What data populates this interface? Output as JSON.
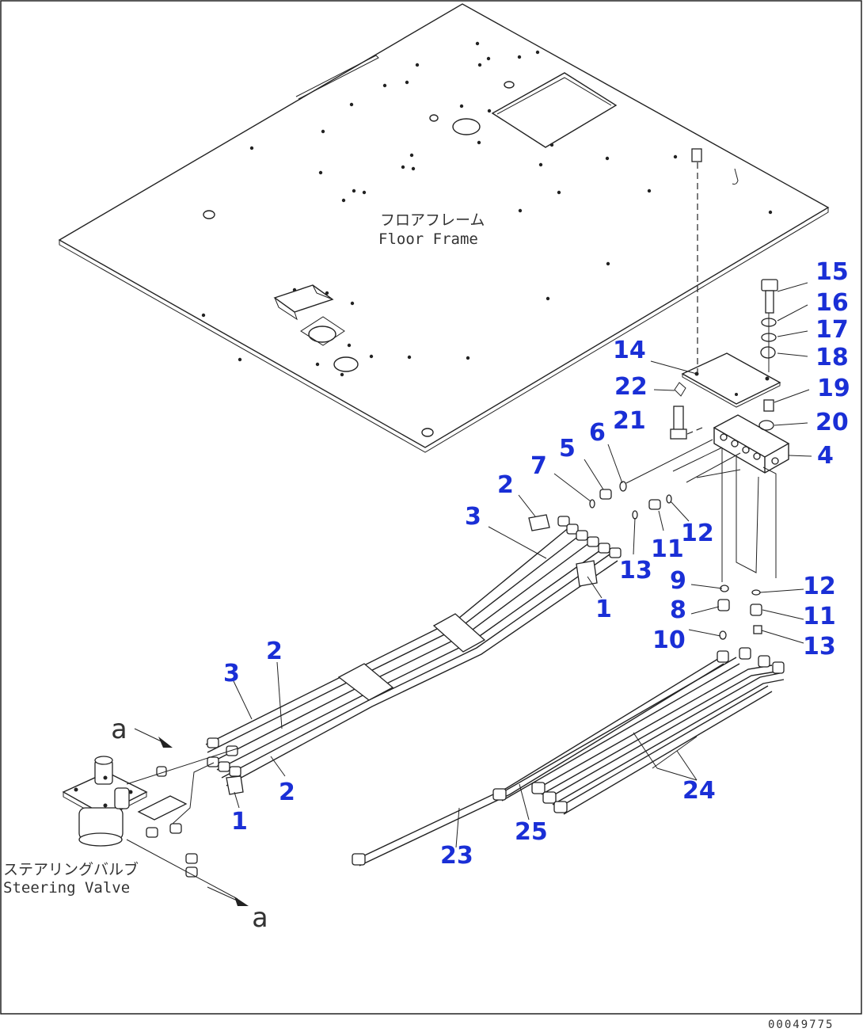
{
  "title": "",
  "labels": {
    "floor_frame_jp": "フロアフレーム",
    "floor_frame_en": "Floor Frame",
    "steering_valve_jp": "ステアリングバルブ",
    "steering_valve_en": "Steering Valve",
    "view_ref_top": "a",
    "view_ref_bottom": "a",
    "drawing_code": "00049775"
  },
  "callouts": [
    {
      "id": "c15",
      "text": "15"
    },
    {
      "id": "c16",
      "text": "16"
    },
    {
      "id": "c17",
      "text": "17"
    },
    {
      "id": "c18",
      "text": "18"
    },
    {
      "id": "c14",
      "text": "14"
    },
    {
      "id": "c22",
      "text": "22"
    },
    {
      "id": "c19",
      "text": "19"
    },
    {
      "id": "c21",
      "text": "21"
    },
    {
      "id": "c6",
      "text": "6"
    },
    {
      "id": "c20",
      "text": "20"
    },
    {
      "id": "c5",
      "text": "5"
    },
    {
      "id": "c7",
      "text": "7"
    },
    {
      "id": "c4",
      "text": "4"
    },
    {
      "id": "c2a",
      "text": "2"
    },
    {
      "id": "c3a",
      "text": "3"
    },
    {
      "id": "c11a",
      "text": "11"
    },
    {
      "id": "c12a",
      "text": "12"
    },
    {
      "id": "c13a",
      "text": "13"
    },
    {
      "id": "c9",
      "text": "9"
    },
    {
      "id": "c12b",
      "text": "12"
    },
    {
      "id": "c1a",
      "text": "1"
    },
    {
      "id": "c8",
      "text": "8"
    },
    {
      "id": "c11b",
      "text": "11"
    },
    {
      "id": "c10",
      "text": "10"
    },
    {
      "id": "c13b",
      "text": "13"
    },
    {
      "id": "c2b",
      "text": "2"
    },
    {
      "id": "c3b",
      "text": "3"
    },
    {
      "id": "c2c",
      "text": "2"
    },
    {
      "id": "c24",
      "text": "24"
    },
    {
      "id": "c1b",
      "text": "1"
    },
    {
      "id": "c25",
      "text": "25"
    },
    {
      "id": "c23",
      "text": "23"
    }
  ]
}
